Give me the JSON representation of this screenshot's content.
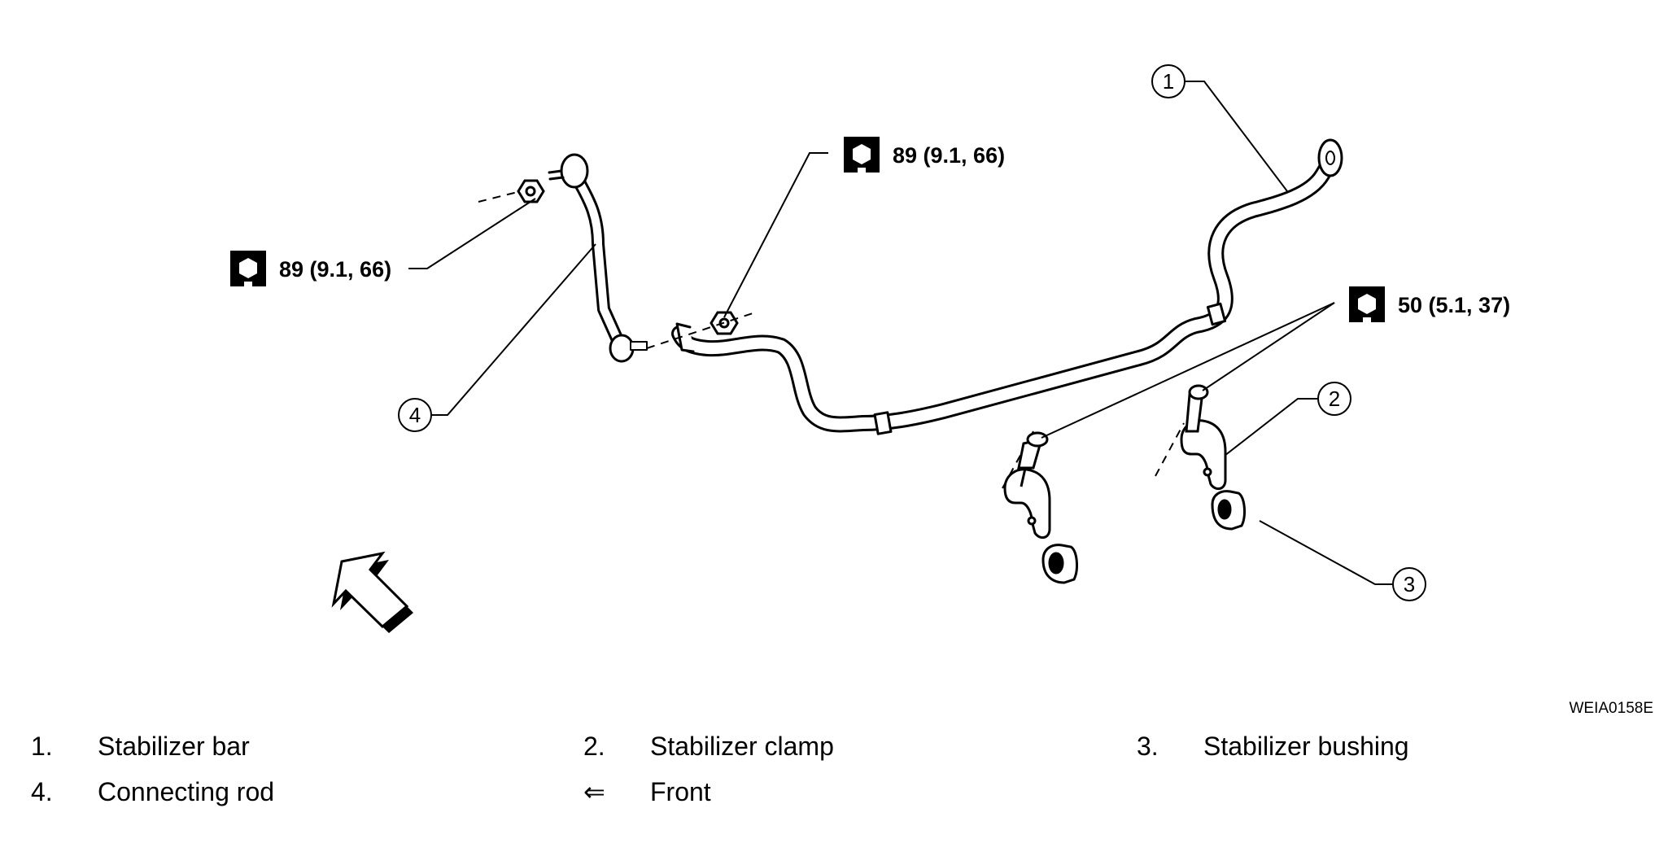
{
  "diagram": {
    "figure_id": "WEIA0158E",
    "torque_specs": [
      {
        "label": "89 (9.1, 66)",
        "icon": "torque-wrench-icon"
      },
      {
        "label": "89 (9.1, 66)",
        "icon": "torque-wrench-icon"
      },
      {
        "label": "50 (5.1, 37)",
        "icon": "torque-wrench-icon"
      }
    ],
    "callouts": [
      "1",
      "2",
      "3",
      "4"
    ],
    "front_arrow": {
      "icon": "front-arrow-icon"
    }
  },
  "legend": {
    "items": [
      {
        "num": "1.",
        "label": "Stabilizer bar"
      },
      {
        "num": "2.",
        "label": "Stabilizer clamp"
      },
      {
        "num": "3.",
        "label": "Stabilizer bushing"
      },
      {
        "num": "4.",
        "label": "Connecting rod"
      },
      {
        "num": "⇐",
        "label": "Front"
      }
    ]
  }
}
